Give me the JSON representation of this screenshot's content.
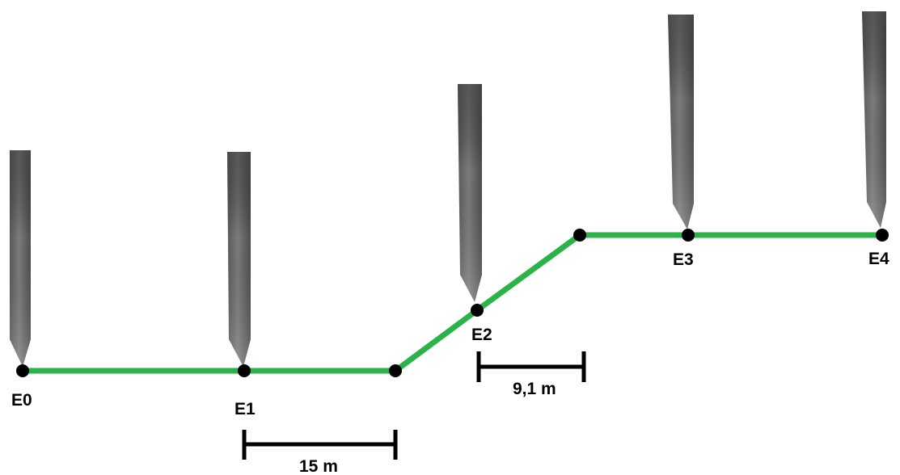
{
  "stations": [
    {
      "label": "E0"
    },
    {
      "label": "E1"
    },
    {
      "label": "E2"
    },
    {
      "label": "E3"
    },
    {
      "label": "E4"
    }
  ],
  "dimensions": [
    {
      "label": "15 m"
    },
    {
      "label": "9,1 m"
    }
  ],
  "colors": {
    "path": "#2bb34a",
    "stake_dark": "#4a4a4a",
    "stake_light": "#8a8a8a",
    "dot": "#000000",
    "bar": "#000000"
  },
  "icons": [
    "stake-icon"
  ]
}
